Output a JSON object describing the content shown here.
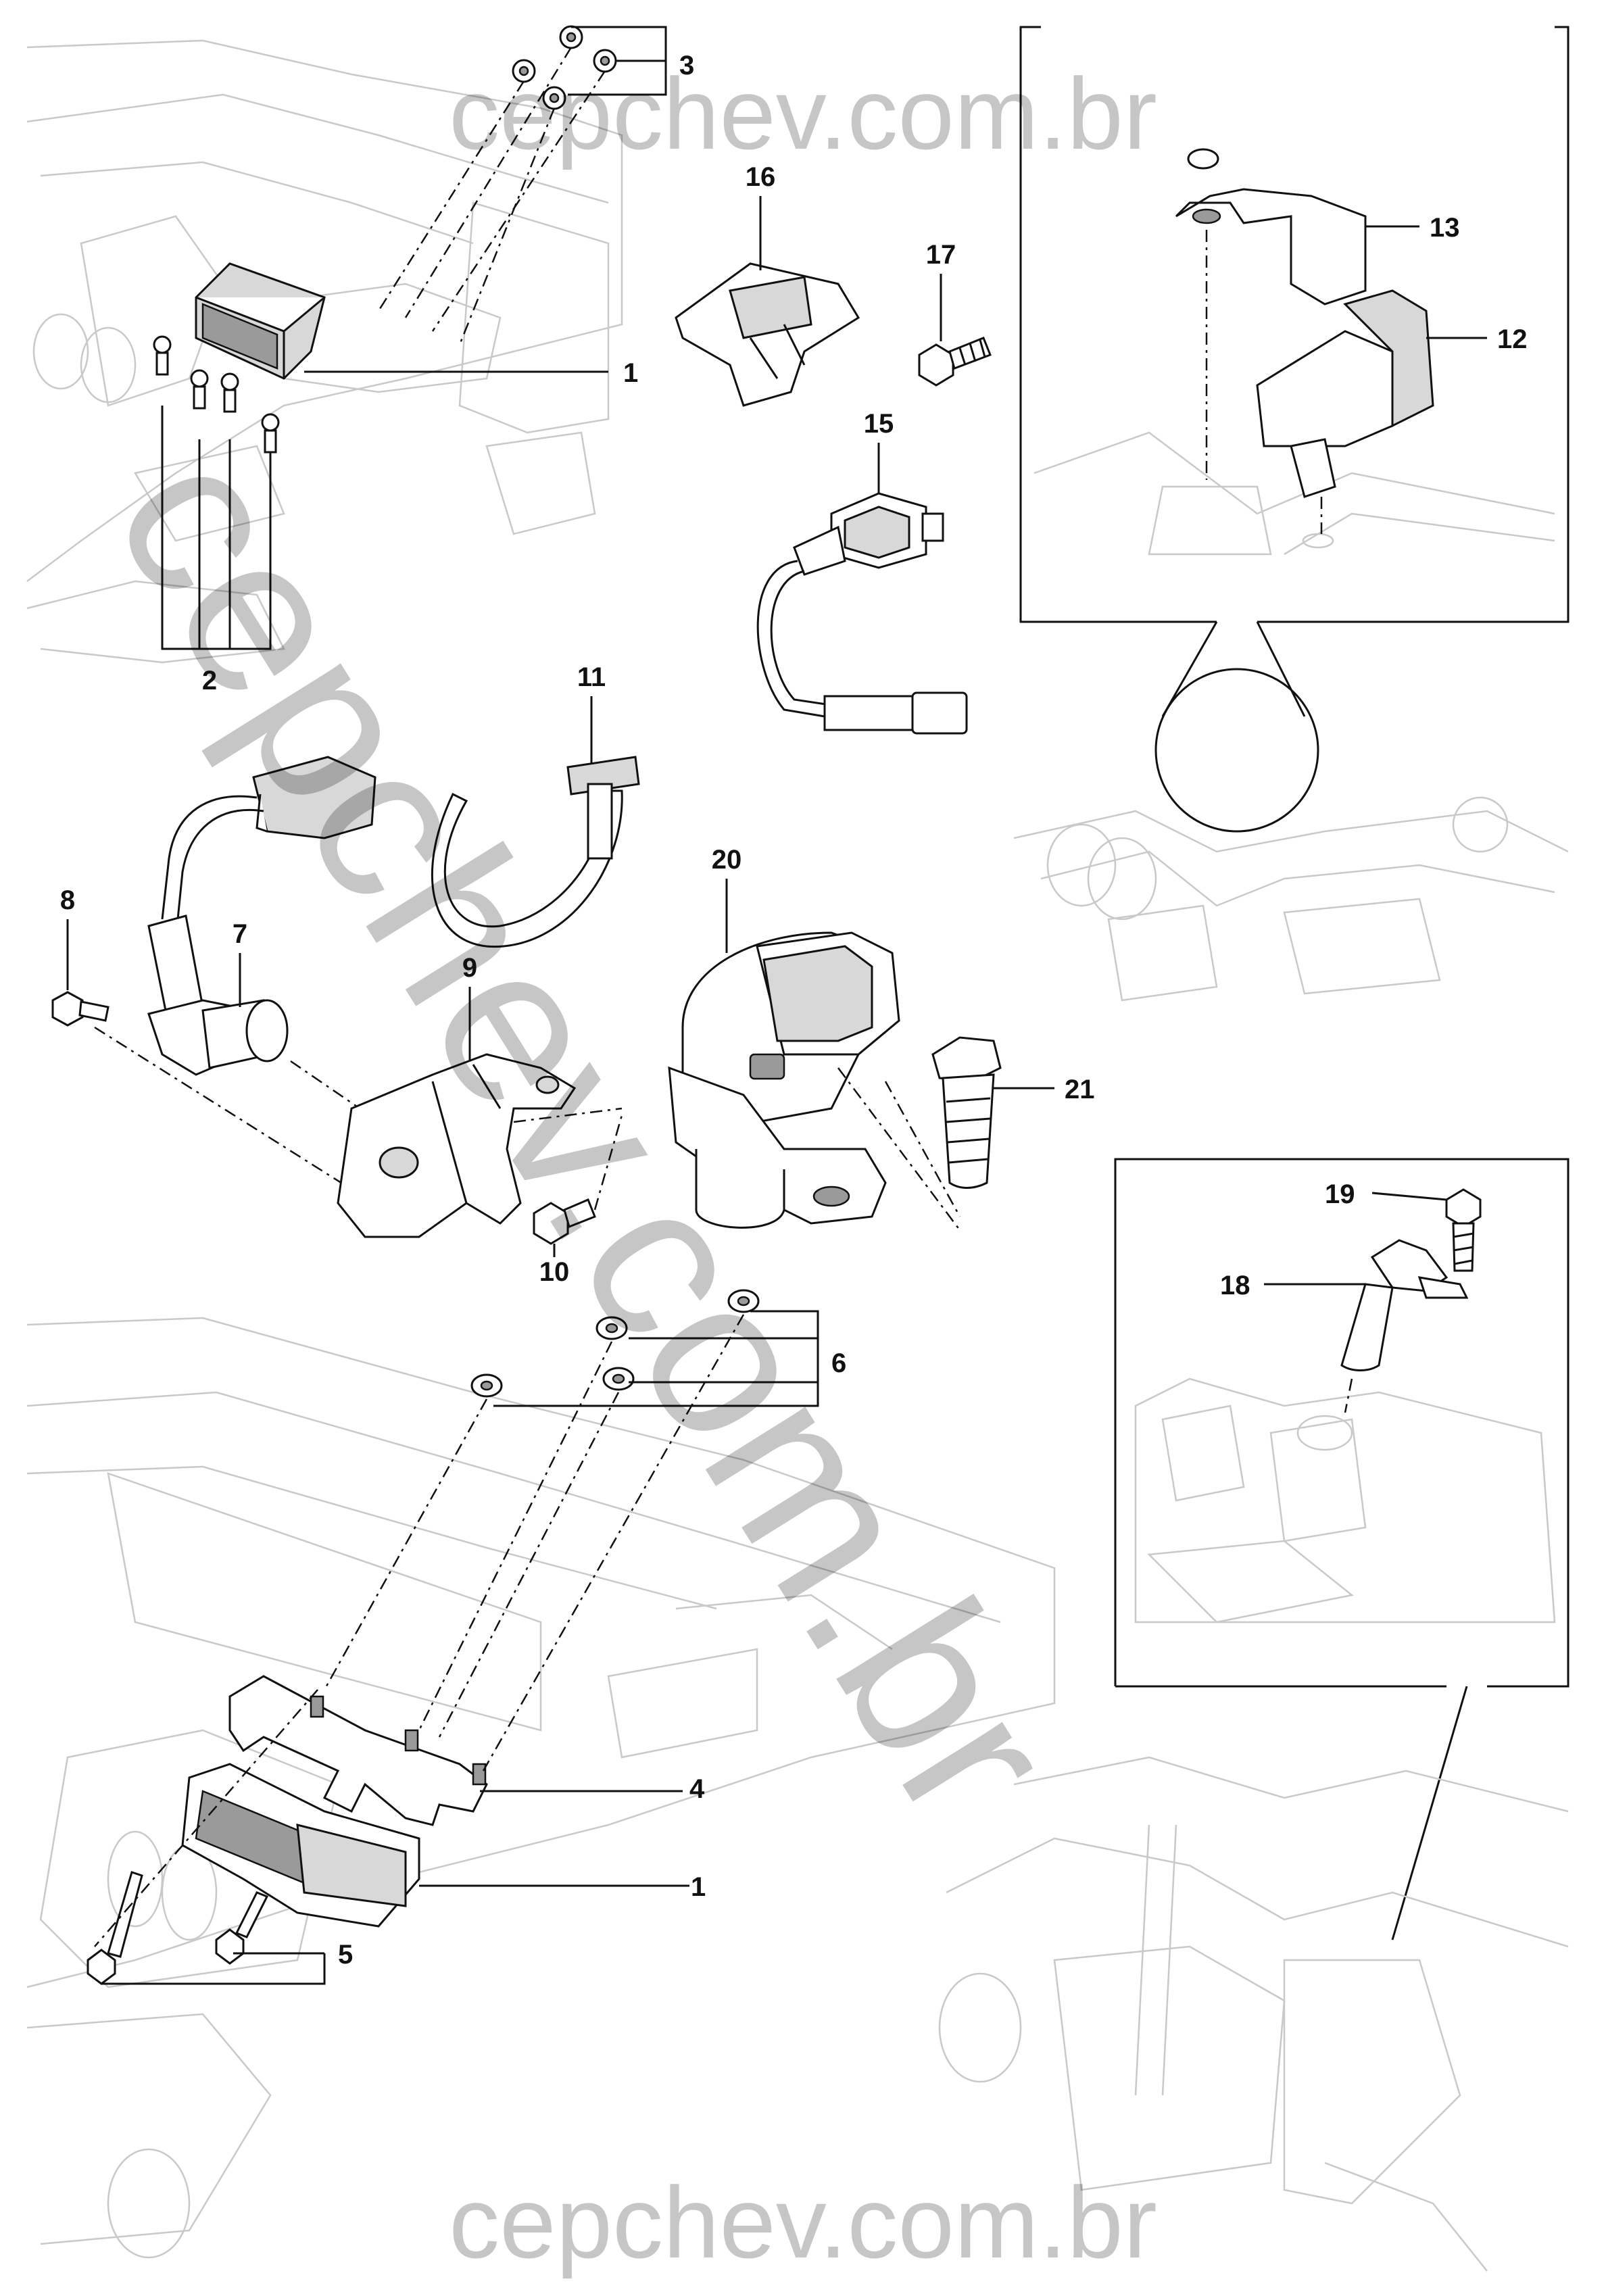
{
  "diagram": {
    "watermarks": {
      "top": "cepchev.com.br",
      "bottom": "cepchev.com.br",
      "diagonal": "cepchev.com.br"
    },
    "callouts": {
      "c1": "1",
      "c1b": "1",
      "c2": "2",
      "c3": "3",
      "c4": "4",
      "c5": "5",
      "c6": "6",
      "c7": "7",
      "c8": "8",
      "c9": "9",
      "c10": "10",
      "c11": "11",
      "c12": "12",
      "c13": "13",
      "c15": "15",
      "c16": "16",
      "c17": "17",
      "c18": "18",
      "c19": "19",
      "c20": "20",
      "c21": "21"
    }
  }
}
